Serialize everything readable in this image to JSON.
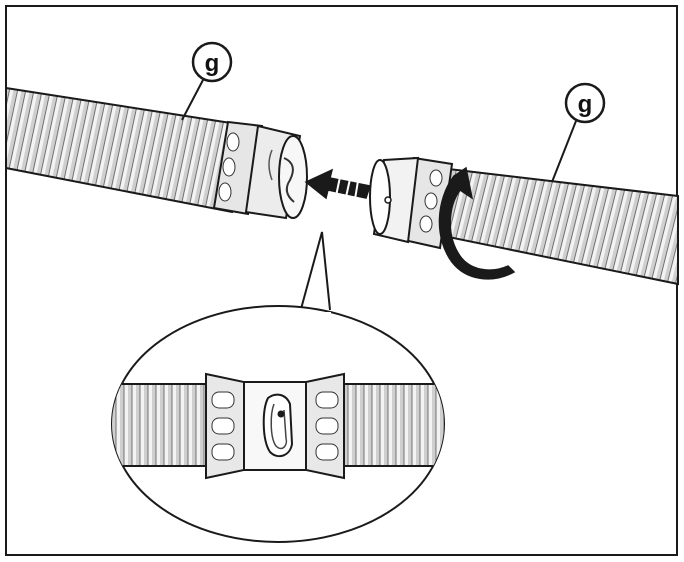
{
  "figure": {
    "labels": [
      "g",
      "g"
    ],
    "ink": "#1a1a1a",
    "paper": "#ffffff",
    "shade": "#d9d9d9",
    "icons": [
      "hose-left",
      "hose-right",
      "push-arrow",
      "rotate-arrow",
      "zoom-callout",
      "bayonet-connector"
    ]
  }
}
